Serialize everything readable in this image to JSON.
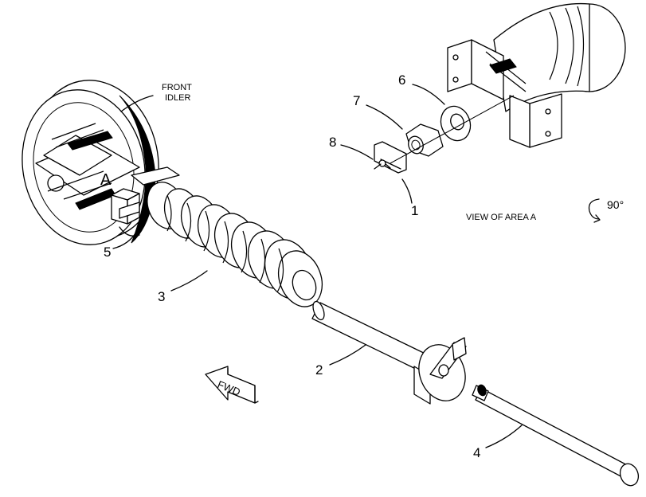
{
  "diagram": {
    "labels": {
      "front_idler": [
        "FRONT",
        "IDLER"
      ],
      "area_marker": "A",
      "view_title": "VIEW OF AREA  A",
      "rotation": "90°",
      "direction": "FWD"
    },
    "callouts": [
      "1",
      "2",
      "3",
      "4",
      "5",
      "6",
      "7",
      "8"
    ]
  }
}
